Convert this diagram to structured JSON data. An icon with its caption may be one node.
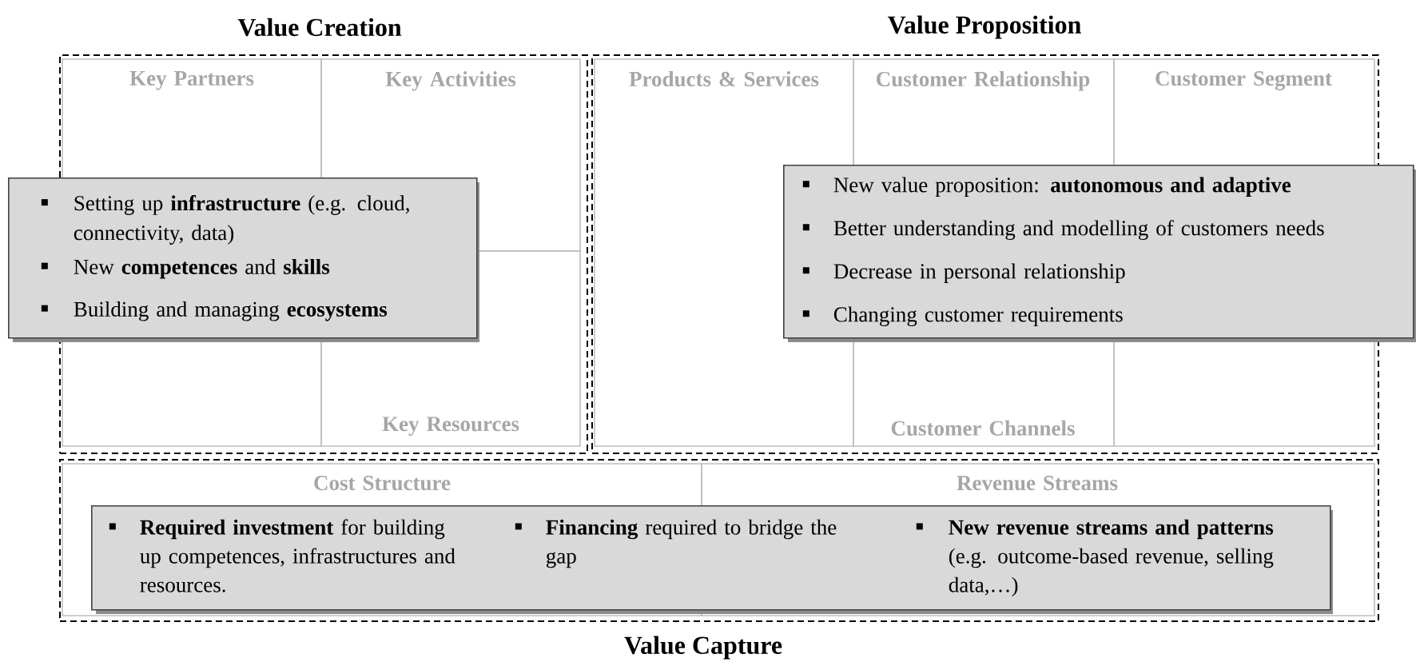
{
  "diagram": {
    "nodes": [
      {
        "text": [
          "Value Creation"
        ]
      },
      {
        "text": [
          "Key Partners"
        ],
        "in": 0
      },
      {
        "text": [
          "Key Activities"
        ],
        "in": 0
      },
      {
        "text": [
          "Key Resources"
        ],
        "in": 0
      },
      {
        "text": [
          "Value Proposition"
        ]
      },
      {
        "text": [
          "Products & Services"
        ],
        "in": 4
      },
      {
        "text": [
          "Customer Relationship"
        ],
        "in": 4
      },
      {
        "text": [
          "Customer Segment"
        ],
        "in": 4
      },
      {
        "text": [
          "Customer Channels"
        ],
        "in": 4
      },
      {
        "text": [
          "Value Capture"
        ]
      },
      {
        "text": [
          "Cost Structure"
        ],
        "in": 9
      },
      {
        "text": [
          "Revenue Streams"
        ],
        "in": 9
      },
      {
        "text": [
          "Setting up **infrastructure** (e.g. cloud, connectivity, data)",
          "New **competences** and **skills**",
          "Building and managing **ecosystems**"
        ]
      },
      {
        "text": [
          "New value proposition: **autonomous and adaptive**",
          "Better understanding and modelling of customers needs",
          "Decrease in personal relationship",
          "Changing customer requirements"
        ]
      },
      {
        "text": [
          "**Required investment** for building up competences, infrastructures and resources.",
          "**Financing** required to bridge the gap",
          "**New revenue streams and patterns** (e.g. outcome-based revenue, selling data,…)"
        ],
        "in": 9
      }
    ]
  }
}
